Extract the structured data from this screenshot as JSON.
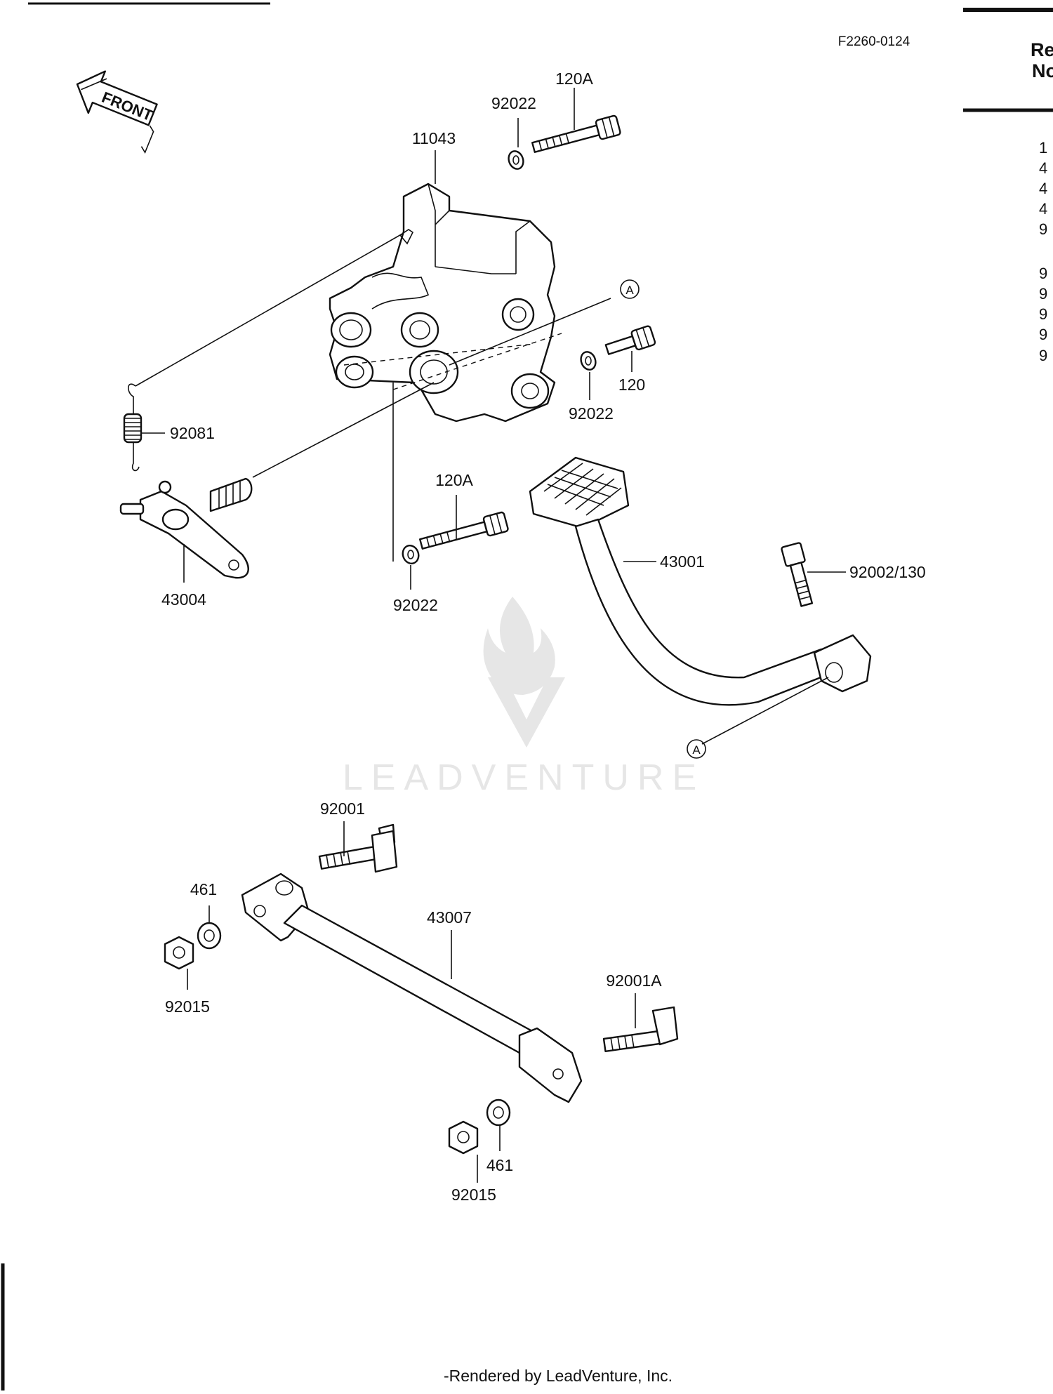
{
  "diagram_code": "F2260-0124",
  "front_label": "FRONT",
  "footer": "-Rendered by LeadVenture, Inc.",
  "watermark": "LEADVENTURE",
  "ref_table": {
    "header_lines": [
      "Re",
      "No"
    ],
    "rows": [
      "1",
      "4",
      "4",
      "4",
      "9",
      "9",
      "9",
      "9",
      "9",
      "9"
    ]
  },
  "callouts": {
    "c_120A_top": "120A",
    "c_92022_top": "92022",
    "c_11043": "11043",
    "c_A_top": "A",
    "c_120": "120",
    "c_92022_right": "92022",
    "c_92081": "92081",
    "c_120A_mid": "120A",
    "c_92022_mid": "92022",
    "c_43004": "43004",
    "c_43001": "43001",
    "c_92002_130": "92002/130",
    "c_A_bottom": "A",
    "c_92001": "92001",
    "c_461_left": "461",
    "c_92015_left": "92015",
    "c_43007": "43007",
    "c_92001A": "92001A",
    "c_461_bottom": "461",
    "c_92015_bottom": "92015"
  }
}
